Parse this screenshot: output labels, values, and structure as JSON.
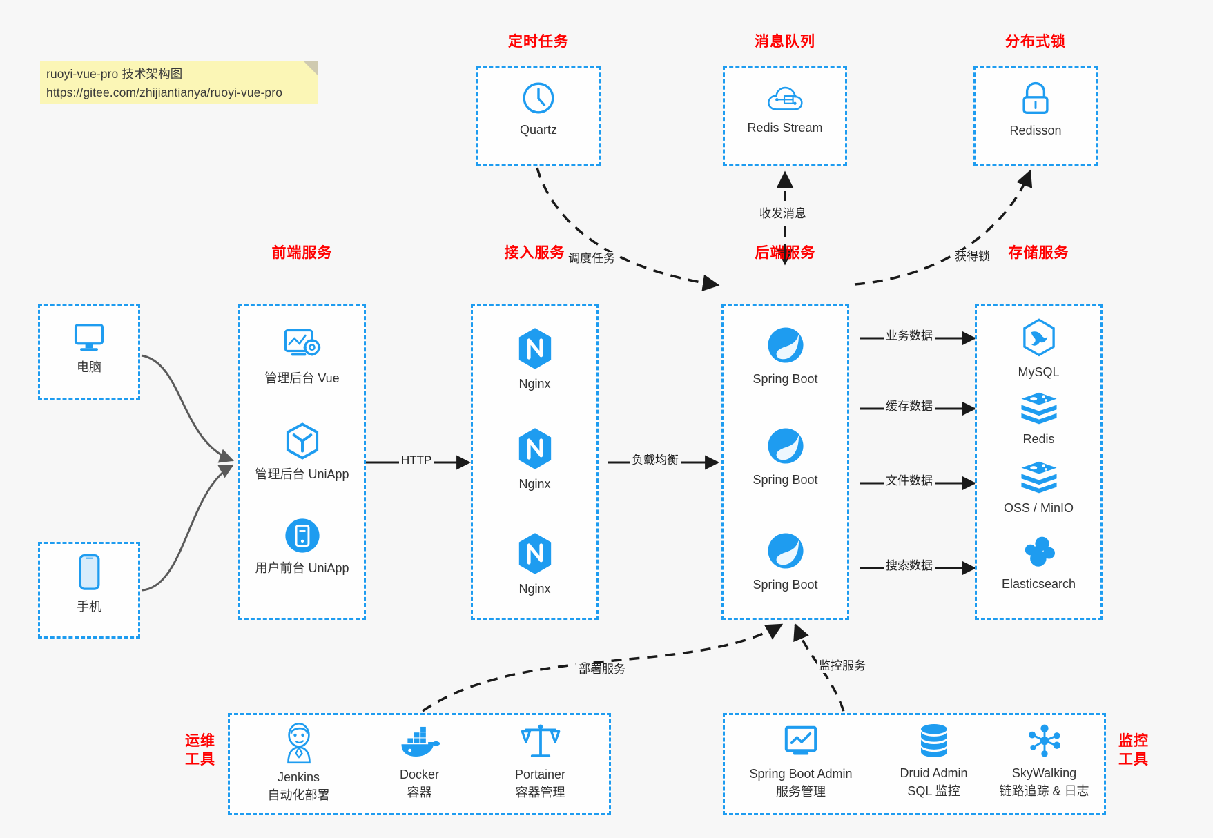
{
  "note": {
    "line1": "ruoyi-vue-pro 技术架构图",
    "line2": "https://gitee.com/zhijiantianya/ruoyi-vue-pro"
  },
  "colors": {
    "accent_blue": "#1e9cf0",
    "title_red": "#ff0000",
    "note_yellow": "#fbf6b6",
    "background": "#f7f7f7",
    "text_dark": "#333333",
    "arrow_solid": "#1a1a1a",
    "arrow_gray": "#5a5a5a"
  },
  "groups": {
    "scheduled_task": {
      "title": "定时任务"
    },
    "message_queue": {
      "title": "消息队列"
    },
    "distributed_lock": {
      "title": "分布式锁"
    },
    "frontend": {
      "title": "前端服务"
    },
    "gateway": {
      "title": "接入服务"
    },
    "backend": {
      "title": "后端服务"
    },
    "storage": {
      "title": "存储服务"
    },
    "devops": {
      "title": "运维\n工具"
    },
    "monitor": {
      "title": "监控\n工具"
    }
  },
  "nodes": {
    "quartz": {
      "label": "Quartz",
      "icon": "clock-icon"
    },
    "redis_stream": {
      "label": "Redis Stream",
      "icon": "cloud-stream-icon"
    },
    "redisson": {
      "label": "Redisson",
      "icon": "lock-icon"
    },
    "computer": {
      "label": "电脑",
      "icon": "desktop-icon"
    },
    "phone": {
      "label": "手机",
      "icon": "smartphone-icon"
    },
    "admin_vue": {
      "label": "管理后台 Vue",
      "icon": "dashboard-gear-icon"
    },
    "admin_uniapp": {
      "label": "管理后台 UniApp",
      "icon": "cube-icon"
    },
    "user_uniapp": {
      "label": "用户前台 UniApp",
      "icon": "mobile-circle-icon"
    },
    "nginx1": {
      "label": "Nginx",
      "icon": "nginx-icon"
    },
    "nginx2": {
      "label": "Nginx",
      "icon": "nginx-icon"
    },
    "nginx3": {
      "label": "Nginx",
      "icon": "nginx-icon"
    },
    "springboot1": {
      "label": "Spring Boot",
      "icon": "spring-leaf-icon"
    },
    "springboot2": {
      "label": "Spring Boot",
      "icon": "spring-leaf-icon"
    },
    "springboot3": {
      "label": "Spring Boot",
      "icon": "spring-leaf-icon"
    },
    "mysql": {
      "label": "MySQL",
      "icon": "mysql-dolphin-icon"
    },
    "redis": {
      "label": "Redis",
      "icon": "redis-stack-icon"
    },
    "oss_minio": {
      "label": "OSS / MinIO",
      "icon": "redis-stack-icon"
    },
    "elasticsearch": {
      "label": "Elasticsearch",
      "icon": "elasticsearch-icon"
    },
    "jenkins": {
      "label": "Jenkins",
      "sublabel": "自动化部署",
      "icon": "jenkins-butler-icon"
    },
    "docker": {
      "label": "Docker",
      "sublabel": "容器",
      "icon": "docker-whale-icon"
    },
    "portainer": {
      "label": "Portainer",
      "sublabel": "容器管理",
      "icon": "scales-icon"
    },
    "sba": {
      "label": "Spring Boot Admin",
      "sublabel": "服务管理",
      "icon": "monitor-chart-icon"
    },
    "druid": {
      "label": "Druid Admin",
      "sublabel": "SQL 监控",
      "icon": "database-icon"
    },
    "skywalking": {
      "label": "SkyWalking",
      "sublabel": "链路追踪 & 日志",
      "icon": "network-nodes-icon"
    }
  },
  "edges": {
    "schedule_task": "调度任务",
    "send_receive_msg": "收发消息",
    "acquire_lock": "获得锁",
    "http": "HTTP",
    "load_balance": "负载均衡",
    "business_data": "业务数据",
    "cache_data": "缓存数据",
    "file_data": "文件数据",
    "search_data": "搜索数据",
    "deploy_service": "部署服务",
    "monitor_service": "监控服务"
  }
}
